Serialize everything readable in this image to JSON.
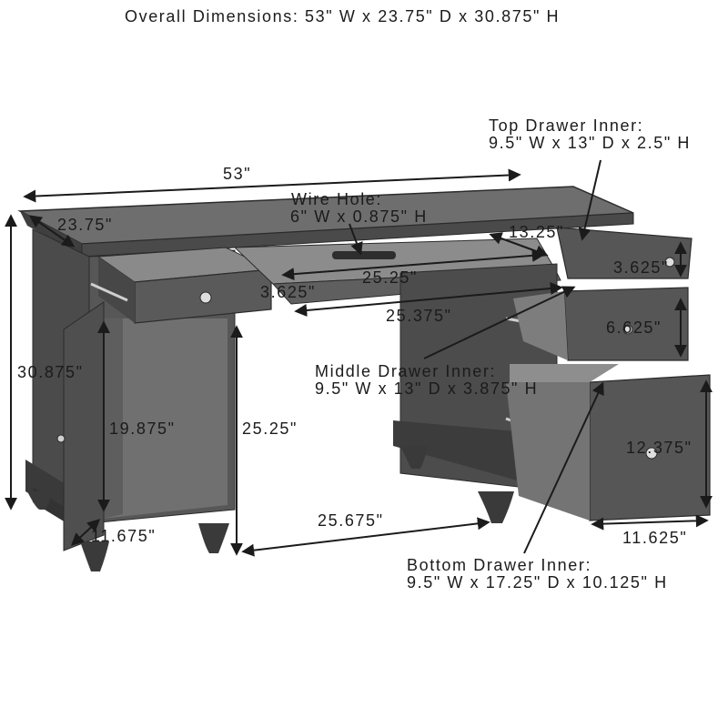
{
  "title": "Overall Dimensions: 53\" W x 23.75\" D x 30.875\" H",
  "callouts": {
    "top_drawer": {
      "title": "Top Drawer Inner:",
      "dims": "9.5\" W x 13\" D x 2.5\" H"
    },
    "wire_hole": {
      "title": "Wire Hole:",
      "dims": "6\" W x 0.875\" H"
    },
    "middle_drawer": {
      "title": "Middle Drawer Inner:",
      "dims": "9.5\" W x 13\" D x 3.875\" H"
    },
    "bottom_drawer": {
      "title": "Bottom Drawer Inner:",
      "dims": "9.5\" W x 17.25\" D x 10.125\" H"
    }
  },
  "dimensions": {
    "width": "53\"",
    "depth": "23.75\"",
    "height": "30.875\"",
    "tray_width": "25.25\"",
    "tray_height": "3.625\"",
    "tray_front": "25.375\"",
    "drawer_depth": "13.25\"",
    "top_drawer_height": "3.625\"",
    "middle_drawer_height": "6.625\"",
    "bottom_drawer_height": "12.375\"",
    "cabinet_inner_height": "19.875\"",
    "knee_height": "25.25\"",
    "knee_width": "25.675\"",
    "left_pedestal_depth": "11.675\"",
    "right_pedestal_depth": "11.625\""
  },
  "colors": {
    "desk": "#4a4a4a",
    "top": "#6b6b6b",
    "line": "#1b1b1b",
    "interior": "#8a8a8a"
  }
}
